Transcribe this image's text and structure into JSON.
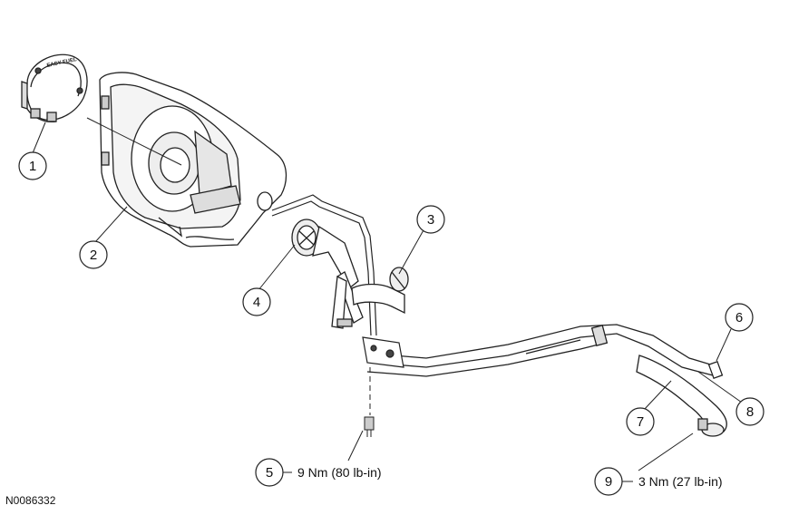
{
  "callouts": [
    {
      "number": "1"
    },
    {
      "number": "2"
    },
    {
      "number": "3"
    },
    {
      "number": "4"
    },
    {
      "number": "5",
      "spec": "9 Nm (80 lb-in)"
    },
    {
      "number": "6"
    },
    {
      "number": "7"
    },
    {
      "number": "8"
    },
    {
      "number": "9",
      "spec": "3 Nm (27 lb-in)"
    }
  ],
  "cap_text": "EASY FUEL",
  "figure_id": "N0086332"
}
